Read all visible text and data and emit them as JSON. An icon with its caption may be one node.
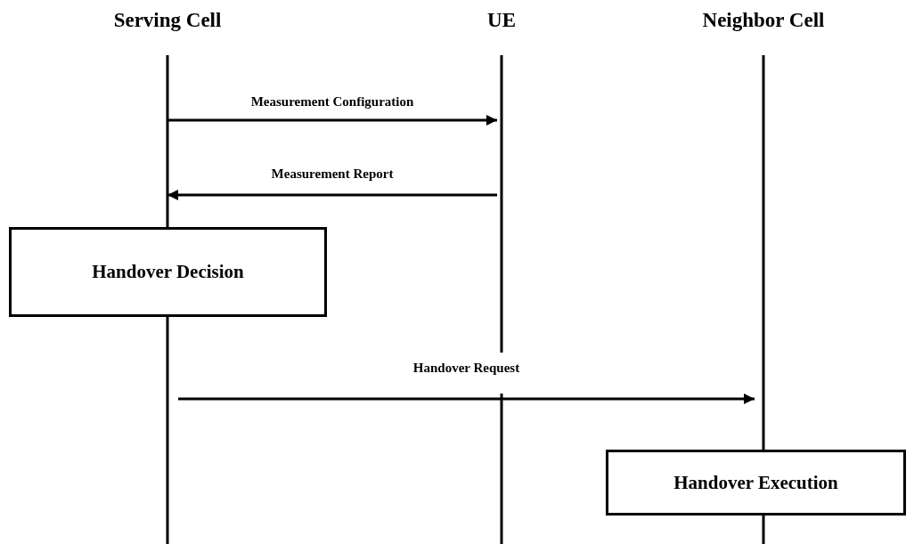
{
  "diagram": {
    "nodes": [
      {
        "text": [
          "Serving Cell"
        ]
      },
      {
        "text": [
          "UE"
        ]
      },
      {
        "text": [
          "Neighbor Cell"
        ]
      },
      {
        "text": [
          "Handover Decision"
        ]
      },
      {
        "text": [
          "Handover Execution"
        ]
      }
    ],
    "edges": [
      {
        "from": 0,
        "to": 1,
        "arrow": "to",
        "label": "Measurement Configuration"
      },
      {
        "from": 1,
        "to": 0,
        "arrow": "to",
        "label": "Measurement Report"
      },
      {
        "from": 0,
        "to": 2,
        "arrow": "to",
        "label": "Handover Request"
      }
    ]
  }
}
